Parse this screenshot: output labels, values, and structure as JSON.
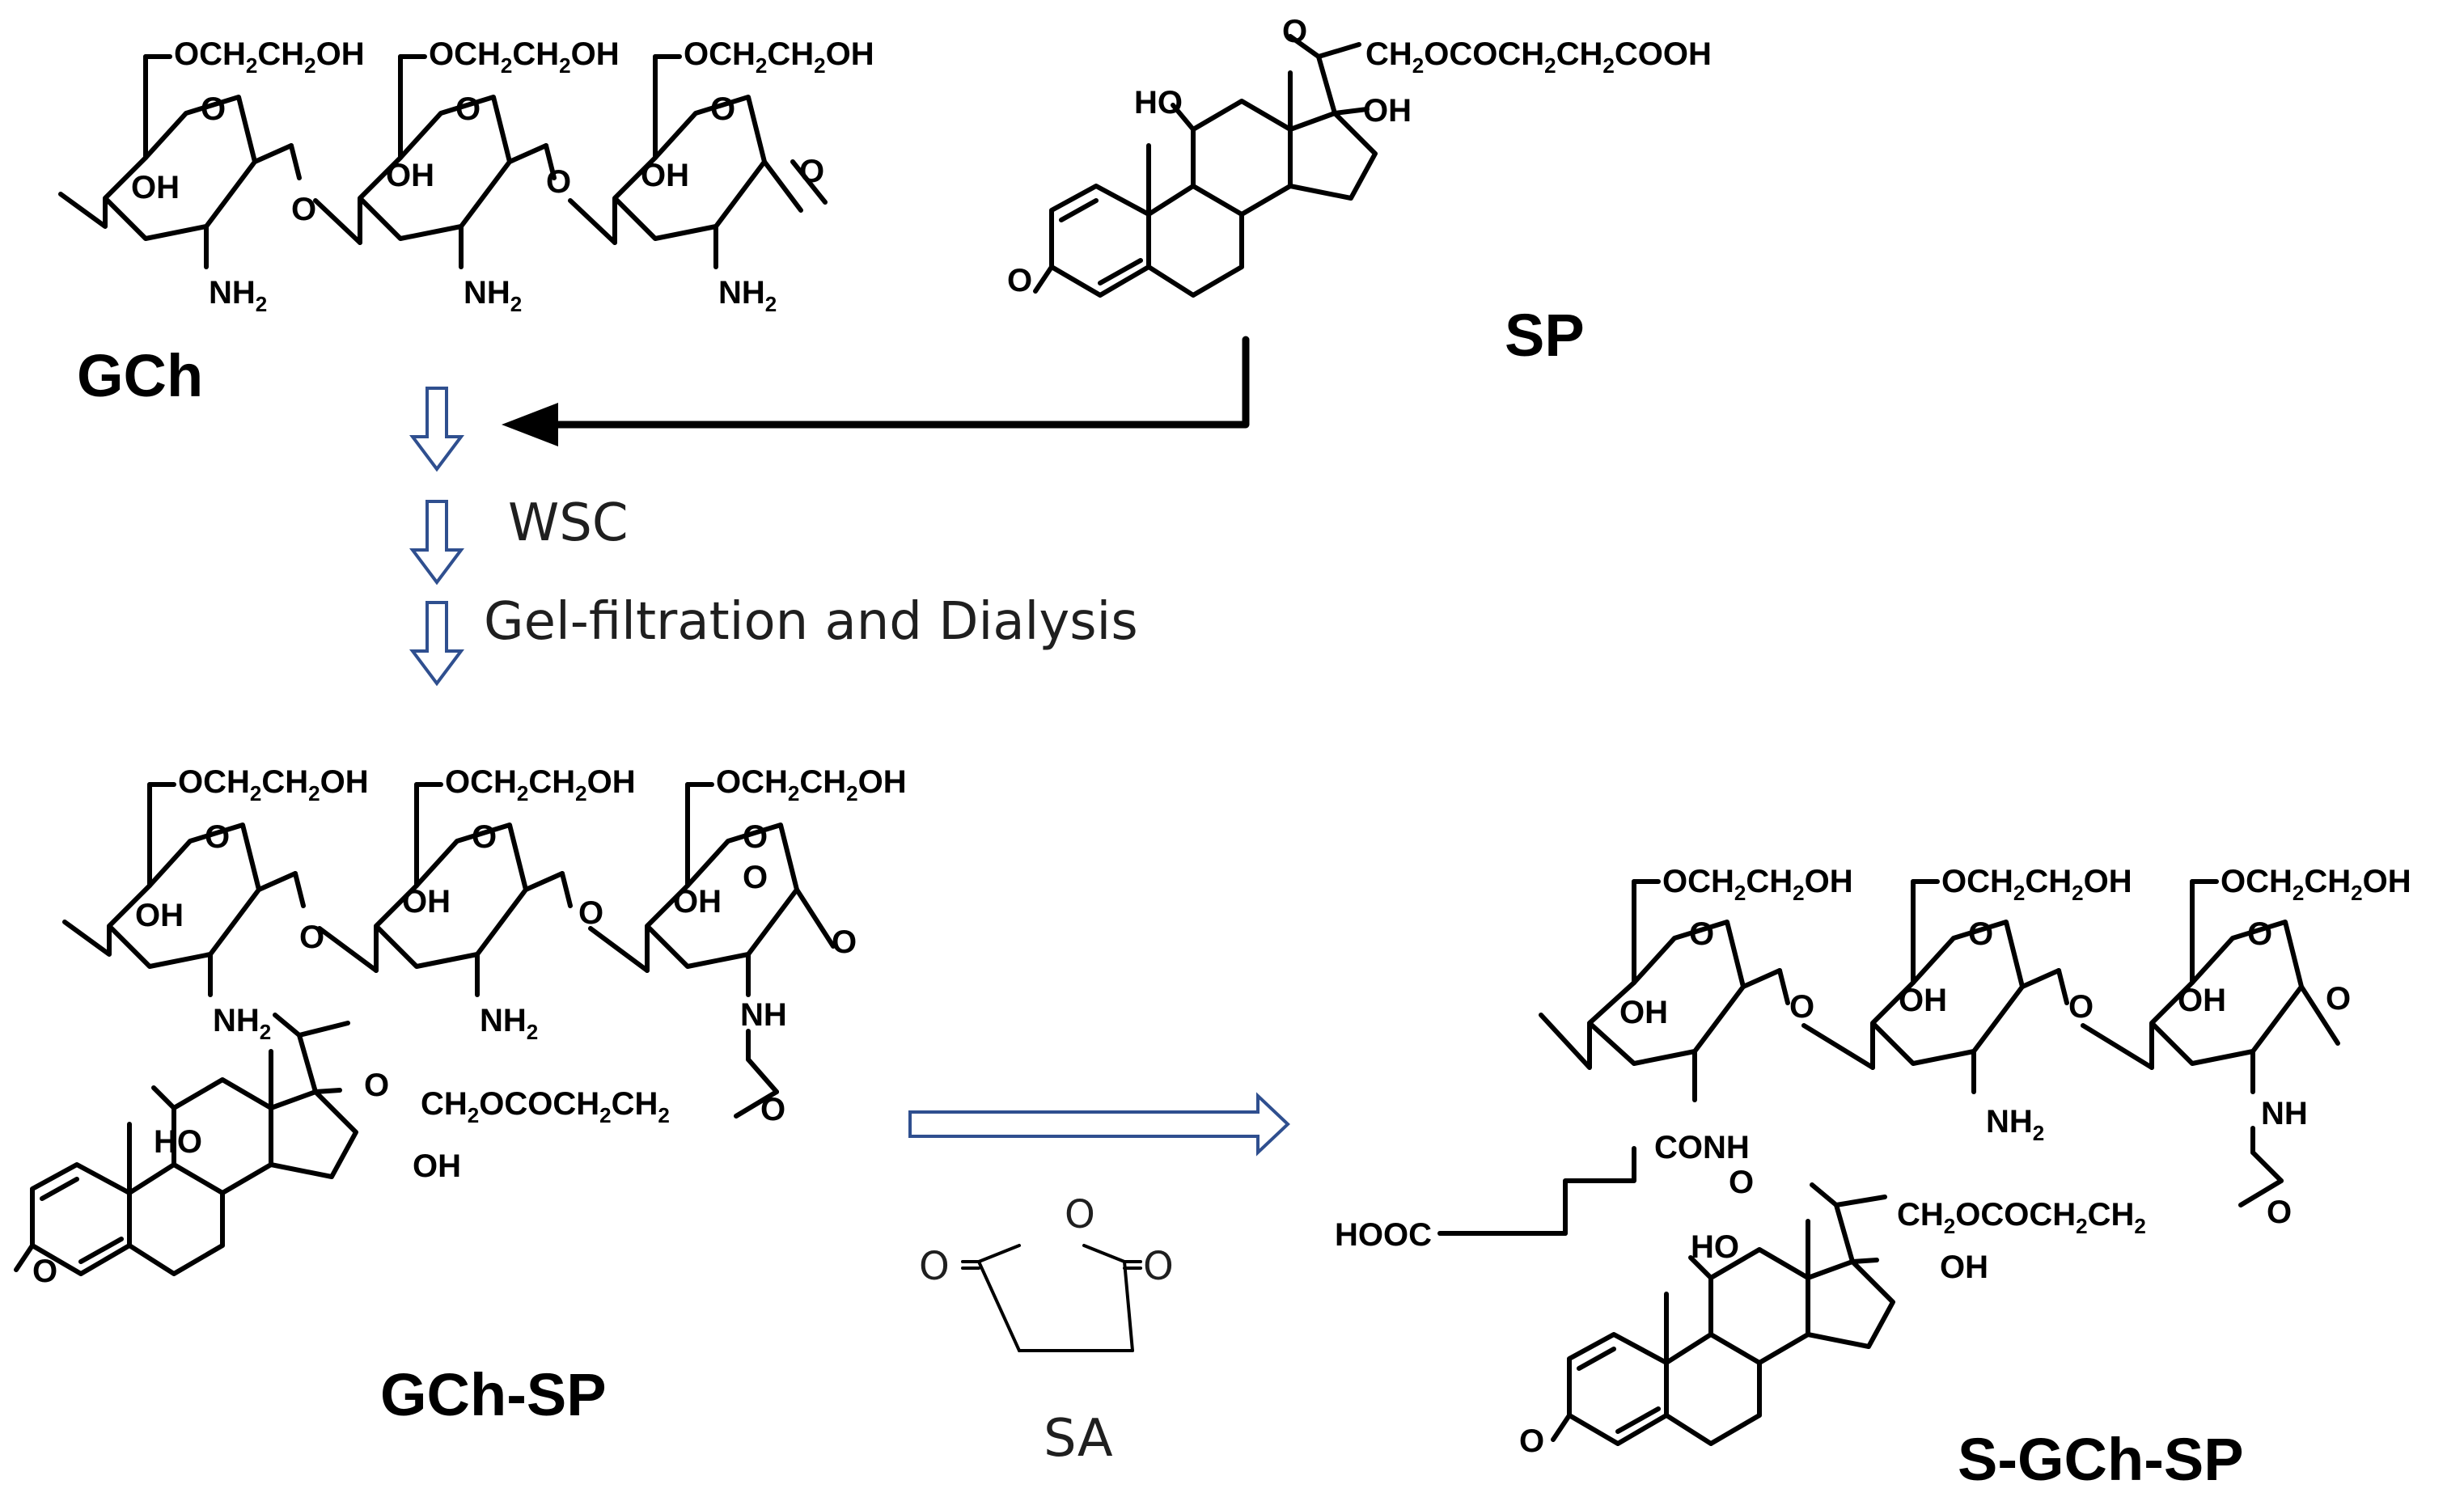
{
  "compounds": {
    "gch": {
      "name": "GCh"
    },
    "sp": {
      "name": "SP"
    },
    "gchsp": {
      "name": "GCh-SP"
    },
    "sgchsp": {
      "name": "S-GCh-SP"
    },
    "sa": {
      "name": "SA"
    }
  },
  "steps": {
    "wsc": "WSC",
    "purification": "Gel-filtration  and Dialysis"
  },
  "labels": {
    "side_chain": "OCH",
    "oh": "OH",
    "ring_o": "O",
    "nh": "NH",
    "conh": "CONH",
    "hooc": "HOOC",
    "sp_chain_top": "CH",
    "sp_ester_tail": "OCOCH",
    "cooh": "COOH",
    "ho": "HO"
  },
  "colors": {
    "arrow_outline": "#2f4f8f",
    "ink": "#000000"
  }
}
